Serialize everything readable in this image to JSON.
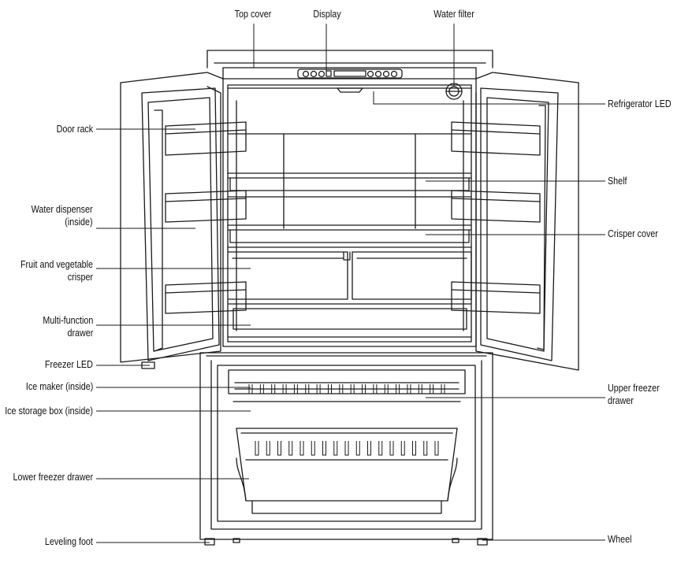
{
  "labels": {
    "top_cover": "Top cover",
    "display": "Display",
    "water_filter": "Water filter",
    "refrigerator_led": "Refrigerator LED",
    "door_rack": "Door rack",
    "shelf": "Shelf",
    "water_dispenser_1": "Water dispenser",
    "water_dispenser_2": "(inside)",
    "crisper_cover": "Crisper cover",
    "fruit_crisper_1": "Fruit and vegetable",
    "fruit_crisper_2": "crisper",
    "multi_drawer_1": "Multi-function",
    "multi_drawer_2": "drawer",
    "freezer_led": "Freezer LED",
    "ice_maker": "Ice maker (inside)",
    "ice_storage": "Ice storage box (inside)",
    "upper_freezer_1": "Upper freezer",
    "upper_freezer_2": "drawer",
    "lower_freezer": "Lower freezer drawer",
    "leveling_foot": "Leveling foot",
    "wheel": "Wheel"
  }
}
